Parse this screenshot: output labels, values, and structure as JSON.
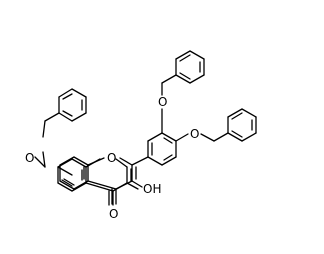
{
  "atom_labels": {
    "o_ring": "O",
    "o_carbonyl": "O",
    "hydroxyl": "OH",
    "o_ether_left": "O",
    "o_ether_top": "O",
    "o_ether_right": "O"
  }
}
